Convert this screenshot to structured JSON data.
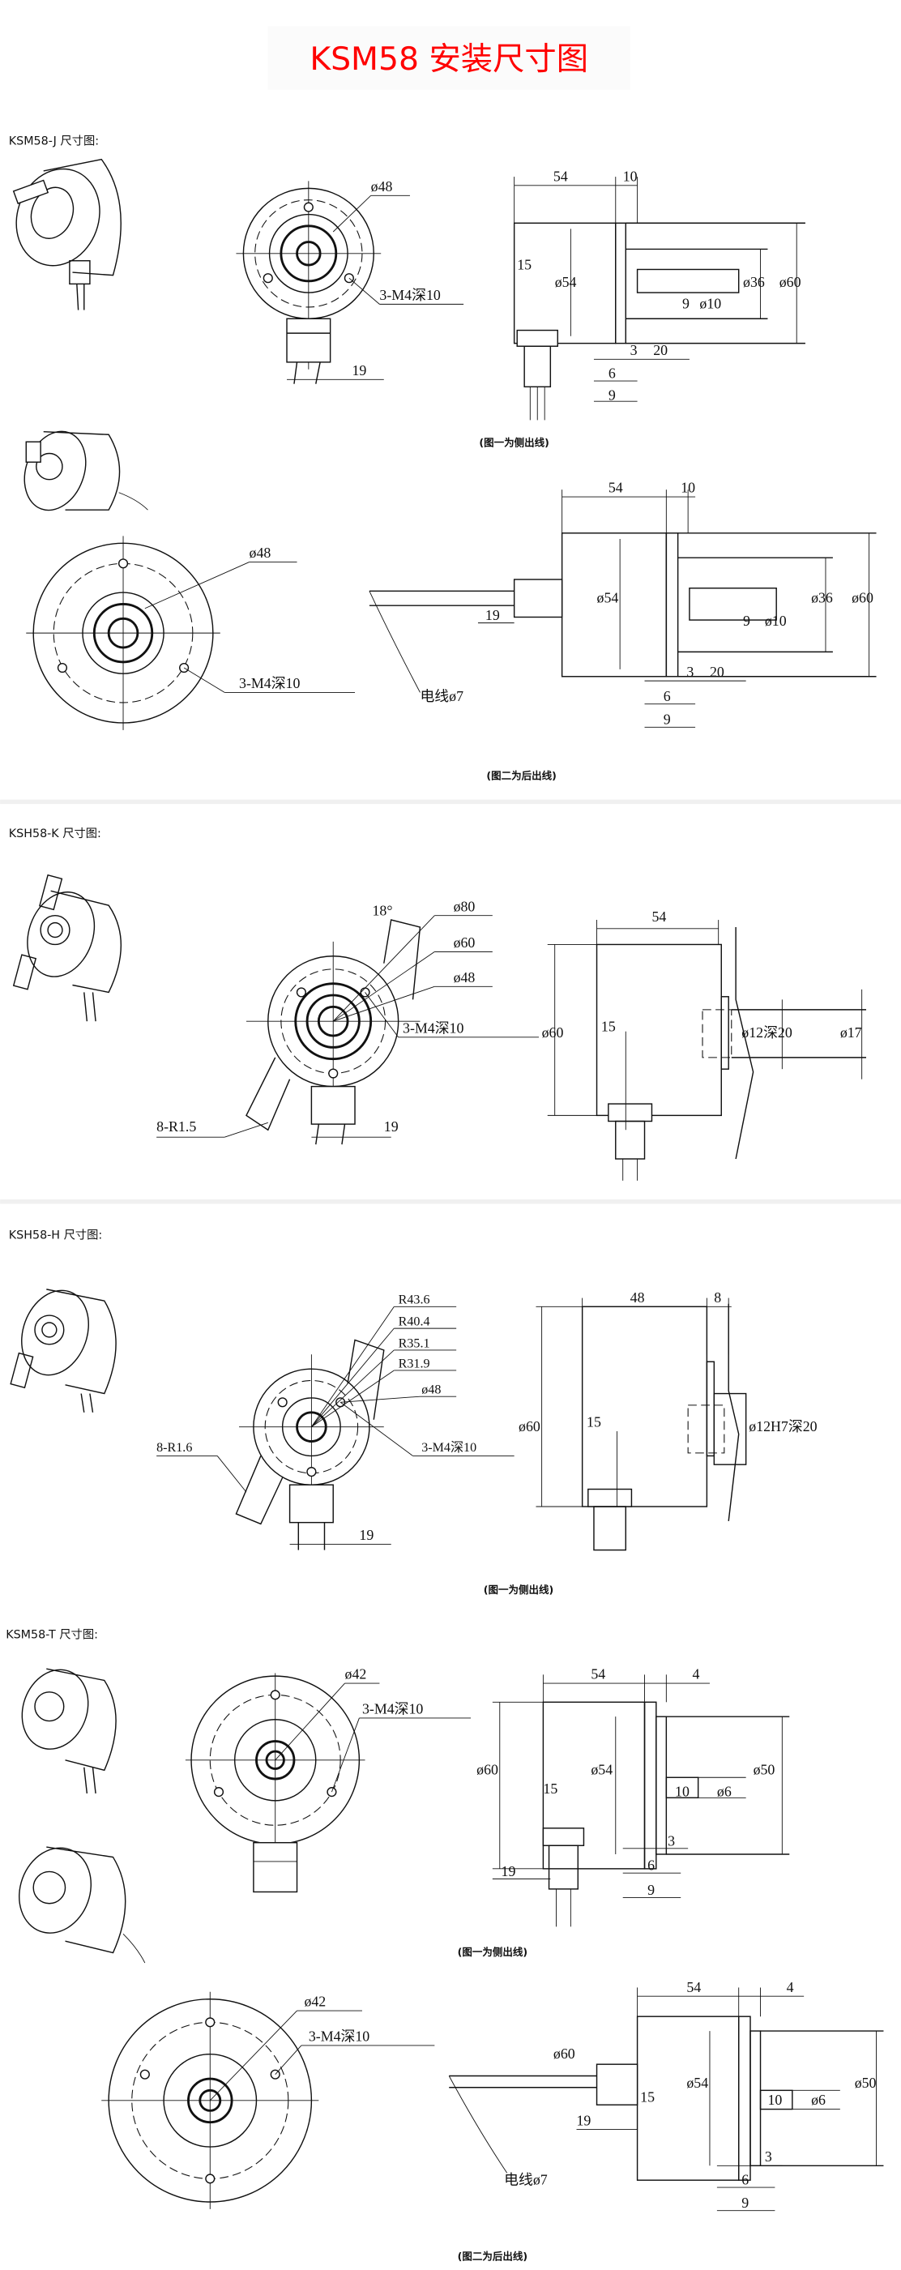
{
  "title": "KSM58 安装尺寸图",
  "sections": {
    "j": {
      "label": "KSM58-J 尺寸图:",
      "side_outlet": {
        "caption": "(图一为侧出线)",
        "dims": {
          "pcd": "ø48",
          "holes": "3-M4深10",
          "gland": "19",
          "length": "54",
          "flange": "10",
          "shaft_dia_body": "ø54",
          "conn": "15",
          "boss": "ø36",
          "outer": "ø60",
          "key": "9",
          "shaft": "ø10",
          "gap": "3",
          "shaft_len": "20",
          "d6": "6",
          "d9": "9"
        }
      },
      "rear_outlet": {
        "caption": "(图二为后出线)",
        "dims": {
          "pcd": "ø48",
          "holes": "3-M4深10",
          "length": "54",
          "flange": "10",
          "shaft_dia_body": "ø54",
          "boss": "ø36",
          "outer": "ø60",
          "key": "9",
          "shaft": "ø10",
          "gland": "19",
          "gap": "3",
          "shaft_len": "20",
          "d6": "6",
          "d9": "9",
          "cable": "电线ø7"
        }
      }
    },
    "k": {
      "label": "KSH58-K 尺寸图:",
      "dims": {
        "angle": "18°",
        "d80": "ø80",
        "d60": "ø60",
        "d48": "ø48",
        "holes": "3-M4深10",
        "slots": "8-R1.5",
        "gland": "19",
        "length": "54",
        "outer": "ø60",
        "conn": "15",
        "bore": "ø12深20",
        "hub": "ø17"
      }
    },
    "h": {
      "label": "KSH58-H 尺寸图:",
      "caption": "(图一为侧出线)",
      "dims": {
        "r1": "R43.6",
        "r2": "R40.4",
        "r3": "R35.1",
        "r4": "R31.9",
        "d48": "ø48",
        "holes": "3-M4深10",
        "slots": "8-R1.6",
        "gland": "19",
        "length": "48",
        "flange": "8",
        "outer": "ø60",
        "conn": "15",
        "bore": "ø12H7深20"
      }
    },
    "t": {
      "label": "KSM58-T 尺寸图:",
      "side_outlet": {
        "caption": "(图一为侧出线)",
        "dims": {
          "pcd": "ø42",
          "holes": "3-M4深10",
          "length": "54",
          "flange": "4",
          "outer": "ø60",
          "body": "ø54",
          "spigot": "ø50",
          "shaft": "ø6",
          "shaft_len": "10",
          "conn": "15",
          "gland": "19",
          "gap": "3",
          "d6": "6",
          "d9": "9"
        }
      },
      "rear_outlet": {
        "caption": "(图二为后出线)",
        "dims": {
          "pcd": "ø42",
          "holes": "3-M4深10",
          "length": "54",
          "flange": "4",
          "outer": "ø60",
          "body": "ø54",
          "spigot": "ø50",
          "shaft": "ø6",
          "shaft_len": "10",
          "conn": "15",
          "gland": "19",
          "gap": "3",
          "d6": "6",
          "d9": "9",
          "cable": "电线ø7"
        }
      }
    }
  }
}
